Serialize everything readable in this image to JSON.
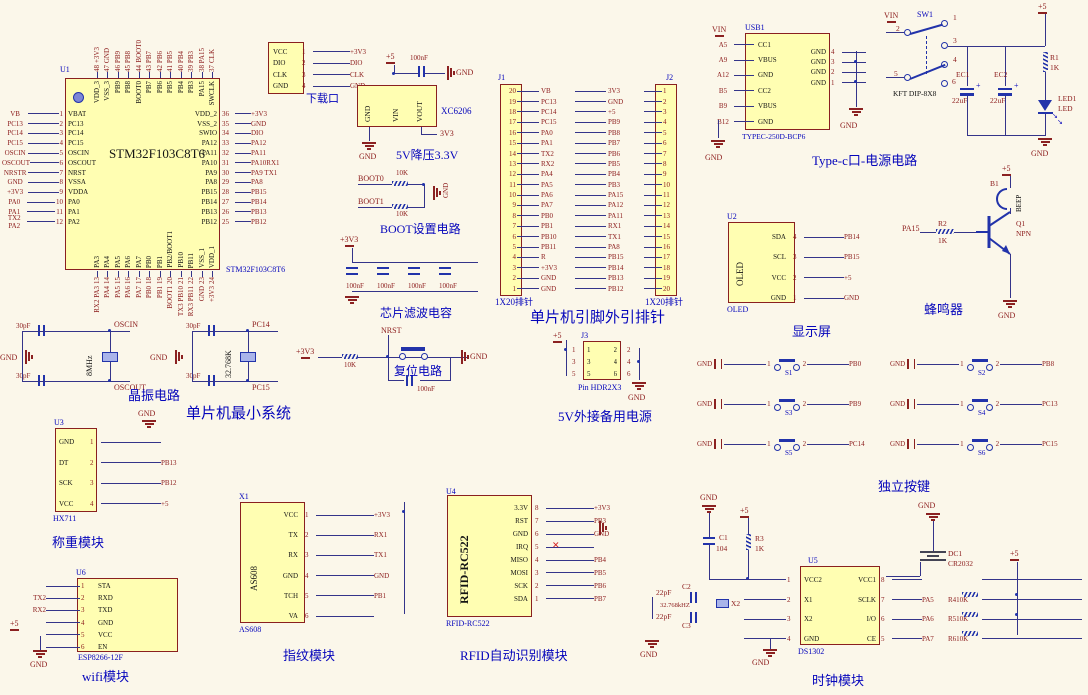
{
  "colors": {
    "bg": "#FBF7EA",
    "ic_fill": "#FFFEB2",
    "ic_border": "#8A2020",
    "wire_blue": "#2233AA",
    "net_red": "#8B1A1A",
    "label_blue": "#0505BB"
  },
  "mcu": {
    "refdes": "U1",
    "part": "STM32F103C8T6",
    "left_pins": [
      {
        "net": "VB",
        "num": "1",
        "name": "VBAT"
      },
      {
        "net": "PC13",
        "num": "2",
        "name": "PC13"
      },
      {
        "net": "PC14",
        "num": "3",
        "name": "PC14"
      },
      {
        "net": "PC15",
        "num": "4",
        "name": "PC15"
      },
      {
        "net": "OSCIN",
        "num": "5",
        "name": "OSCIN"
      },
      {
        "net": "OSCOUT",
        "num": "6",
        "name": "OSCOUT"
      },
      {
        "net": "NRSTR",
        "num": "7",
        "name": "NRST"
      },
      {
        "net": "GND",
        "num": "8",
        "name": "VSSA"
      },
      {
        "net": "+3V3",
        "num": "9",
        "name": "VDDA"
      },
      {
        "net": "PA0",
        "num": "10",
        "name": "PA0"
      },
      {
        "net": "PA1",
        "num": "11",
        "name": "PA1"
      },
      {
        "net": "TX2 PA2",
        "num": "12",
        "name": "PA2"
      }
    ],
    "right_pins": [
      {
        "num": "36",
        "net": "+3V3",
        "name": "VDD_2"
      },
      {
        "num": "35",
        "net": "GND",
        "name": "VSS_2"
      },
      {
        "num": "34",
        "net": "DIO",
        "name": "SWIO"
      },
      {
        "num": "33",
        "net": "PA12",
        "name": "PA12"
      },
      {
        "num": "32",
        "net": "PA11",
        "name": "PA11"
      },
      {
        "num": "31",
        "net": "PA10RX1",
        "name": "PA10"
      },
      {
        "num": "30",
        "net": "PA9 TX1",
        "name": "PA9"
      },
      {
        "num": "29",
        "net": "PA8",
        "name": "PA8"
      },
      {
        "num": "28",
        "net": "PB15",
        "name": "PB15"
      },
      {
        "num": "27",
        "net": "PB14",
        "name": "PB14"
      },
      {
        "num": "26",
        "net": "PB13",
        "name": "PB13"
      },
      {
        "num": "25",
        "net": "PB12",
        "name": "PB12"
      }
    ],
    "top_pins": [
      {
        "num": "48",
        "net": "+3V3",
        "name": "VDD_3"
      },
      {
        "num": "47",
        "net": "GND",
        "name": "VSS_3"
      },
      {
        "num": "46",
        "net": "PB9",
        "name": "PB9"
      },
      {
        "num": "45",
        "net": "PB8",
        "name": "PB8"
      },
      {
        "num": "44",
        "net": "BOOT0",
        "name": "BOOT0"
      },
      {
        "num": "43",
        "net": "PB7",
        "name": "PB7"
      },
      {
        "num": "42",
        "net": "PB6",
        "name": "PB6"
      },
      {
        "num": "41",
        "net": "PB5",
        "name": "PB5"
      },
      {
        "num": "40",
        "net": "PB4",
        "name": "PB4"
      },
      {
        "num": "39",
        "net": "PB3",
        "name": "PB3"
      },
      {
        "num": "38",
        "net": "PA15",
        "name": "PA15"
      },
      {
        "num": "37",
        "net": "CLK",
        "name": "SWCLK"
      }
    ],
    "bottom_pins": [
      {
        "num": "13",
        "net": "RX2 PA3",
        "name": "PA3"
      },
      {
        "num": "14",
        "net": "PA4",
        "name": "PA4"
      },
      {
        "num": "15",
        "net": "PA5",
        "name": "PA5"
      },
      {
        "num": "16",
        "net": "PA6",
        "name": "PA6"
      },
      {
        "num": "17",
        "net": "PA7",
        "name": "PA7"
      },
      {
        "num": "18",
        "net": "PB0",
        "name": "PB0"
      },
      {
        "num": "19",
        "net": "PB1",
        "name": "PB1"
      },
      {
        "num": "20",
        "net": "BOOT1",
        "name": "PB2/BOOT1"
      },
      {
        "num": "21",
        "net": "TX3 PB10",
        "name": "PB10"
      },
      {
        "num": "22",
        "net": "RX3 PB11",
        "name": "PB11"
      },
      {
        "num": "23",
        "net": "GND",
        "name": "VSS_1"
      },
      {
        "num": "24",
        "net": "+3V3",
        "name": "VDD_1"
      }
    ]
  },
  "swd": {
    "caption": "下载口",
    "pins": [
      {
        "name": "VCC",
        "num": "1",
        "net": "+3V3"
      },
      {
        "name": "DIO",
        "num": "2",
        "net": "DIO"
      },
      {
        "name": "CLK",
        "num": "3",
        "net": "CLK"
      },
      {
        "name": "GND",
        "num": "4",
        "net": "GND"
      }
    ]
  },
  "regulator": {
    "part": "XC6206",
    "caption": "5V降压3.3V",
    "v5": "+5",
    "cap": "100nF",
    "gnd_cap": "GND",
    "gnd": "GND",
    "out": "3V3",
    "pins": [
      "GND",
      "VIN",
      "VOUT"
    ]
  },
  "boot": {
    "caption": "BOOT设置电路",
    "gnd": "GND",
    "rows": [
      {
        "net": "BOOT0",
        "val": "10K"
      },
      {
        "net": "BOOT1",
        "val": "10K"
      }
    ]
  },
  "filter": {
    "caption": "芯片滤波电容",
    "rail": "+3V3",
    "caps": [
      "100nF",
      "100nF",
      "100nF",
      "100nF"
    ]
  },
  "headers": {
    "caption": "单片机引脚外引排针",
    "j1": {
      "refdes": "J1",
      "part": "1X20排针",
      "pins": [
        {
          "num": "20",
          "net": "VB"
        },
        {
          "num": "19",
          "net": "PC13"
        },
        {
          "num": "18",
          "net": "PC14"
        },
        {
          "num": "17",
          "net": "PC15"
        },
        {
          "num": "16",
          "net": "PA0"
        },
        {
          "num": "15",
          "net": "PA1"
        },
        {
          "num": "14",
          "net": "TX2"
        },
        {
          "num": "13",
          "net": "RX2"
        },
        {
          "num": "12",
          "net": "PA4"
        },
        {
          "num": "11",
          "net": "PA5"
        },
        {
          "num": "10",
          "net": "PA6"
        },
        {
          "num": "9",
          "net": "PA7"
        },
        {
          "num": "8",
          "net": "PB0"
        },
        {
          "num": "7",
          "net": "PB1"
        },
        {
          "num": "6",
          "net": "PB10"
        },
        {
          "num": "5",
          "net": "PB11"
        },
        {
          "num": "4",
          "net": "R"
        },
        {
          "num": "3",
          "net": "+3V3"
        },
        {
          "num": "2",
          "net": "GND"
        },
        {
          "num": "1",
          "net": "GND"
        }
      ]
    },
    "j2": {
      "refdes": "J2",
      "part": "1X20排针",
      "pins": [
        {
          "num": "1",
          "net": "3V3"
        },
        {
          "num": "2",
          "net": "GND"
        },
        {
          "num": "3",
          "net": "+5"
        },
        {
          "num": "4",
          "net": "PB9"
        },
        {
          "num": "5",
          "net": "PB8"
        },
        {
          "num": "6",
          "net": "PB7"
        },
        {
          "num": "7",
          "net": "PB6"
        },
        {
          "num": "8",
          "net": "PB5"
        },
        {
          "num": "9",
          "net": "PB4"
        },
        {
          "num": "10",
          "net": "PB3"
        },
        {
          "num": "11",
          "net": "PA15"
        },
        {
          "num": "12",
          "net": "PA12"
        },
        {
          "num": "13",
          "net": "PA11"
        },
        {
          "num": "14",
          "net": "RX1"
        },
        {
          "num": "15",
          "net": "TX1"
        },
        {
          "num": "16",
          "net": "PA8"
        },
        {
          "num": "17",
          "net": "PB15"
        },
        {
          "num": "18",
          "net": "PB14"
        },
        {
          "num": "19",
          "net": "PB13"
        },
        {
          "num": "20",
          "net": "PB12"
        }
      ]
    }
  },
  "usb": {
    "refdes": "USB1",
    "part": "TYPEC-250D-BCP6",
    "caption": "Type-c口-电源电路",
    "vin": "VIN",
    "gnd1": "GND",
    "gnd2": "GND",
    "left_pins": [
      {
        "net": "A5",
        "name": "CC1"
      },
      {
        "net": "A9",
        "name": "VBUS"
      },
      {
        "net": "A12",
        "name": "GND"
      },
      {
        "net": "B5",
        "name": "CC2"
      },
      {
        "net": "B9",
        "name": "VBUS"
      },
      {
        "net": "B12",
        "name": "GND"
      }
    ],
    "right_pins": [
      {
        "name": "GND",
        "num": "4"
      },
      {
        "name": "GND",
        "num": "3"
      },
      {
        "name": "GND",
        "num": "2"
      },
      {
        "name": "GND",
        "num": "1"
      }
    ]
  },
  "power": {
    "vin": "VIN",
    "sw": "SW1",
    "part": "KFT DIP-8X8",
    "nums": [
      "1",
      "2",
      "3",
      "4",
      "5",
      "6"
    ],
    "v5": "+5",
    "ec1": "EC1",
    "ec1v": "22uF",
    "ec2": "EC2",
    "ec2v": "22uF",
    "r1": "R1",
    "r1v": "1K",
    "led": "LED1",
    "ledp": "LED",
    "gnd": "GND",
    "plus": "+"
  },
  "oled": {
    "refdes": "U2",
    "part": "OLED",
    "caption": "显示屏",
    "pins": [
      {
        "name": "SDA",
        "num": "4",
        "net": "PB14"
      },
      {
        "name": "SCL",
        "num": "3",
        "net": "PB15"
      },
      {
        "name": "VCC",
        "num": "2",
        "net": "+5"
      },
      {
        "name": "GND",
        "num": "1",
        "net": "GND"
      }
    ]
  },
  "buzzer": {
    "caption": "蜂鸣器",
    "v5": "+5",
    "b1": "B1",
    "beep": "BEEP",
    "q1": "Q1",
    "npn": "NPN",
    "net": "PA15",
    "r2": "R2",
    "r2v": "1K",
    "gnd": "GND"
  },
  "xtal": {
    "cap1": "晶振电路",
    "cap2": "单片机最小系统",
    "left": {
      "c_top": "30pF",
      "c_bot": "30pF",
      "gnd": "GND",
      "freq": "8MHz",
      "net_top": "OSCIN",
      "net_bot": "OSCOUT"
    },
    "right": {
      "c_top": "30pF",
      "c_bot": "30pF",
      "gnd": "GND",
      "freq": "32.768K",
      "net_top": "PC14",
      "net_bot": "PC15"
    }
  },
  "reset": {
    "caption": "复位电路",
    "rail": "+3V3",
    "r": "10K",
    "net": "NRST",
    "gnd": "GND",
    "cap": "100nF"
  },
  "backup": {
    "refdes": "J3",
    "part": "Pin HDR2X3",
    "caption": "5V外接备用电源",
    "v5": "+5",
    "gnd": "GND",
    "rows": [
      [
        "1",
        "2"
      ],
      [
        "3",
        "4"
      ],
      [
        "5",
        "6"
      ]
    ]
  },
  "keys": {
    "caption": "独立按键",
    "one": "1",
    "two": "2",
    "items": [
      {
        "gnd": "GND",
        "n1": "1",
        "n2": "2",
        "s": "S1",
        "net": "PB0"
      },
      {
        "gnd": "GND",
        "n1": "1",
        "n2": "2",
        "s": "S2",
        "net": "PB8"
      },
      {
        "gnd": "GND",
        "n1": "1",
        "n2": "2",
        "s": "S3",
        "net": "PB9"
      },
      {
        "gnd": "GND",
        "n1": "1",
        "n2": "2",
        "s": "S4",
        "net": "PC13"
      },
      {
        "gnd": "GND",
        "n1": "1",
        "n2": "2",
        "s": "S5",
        "net": "PC14"
      },
      {
        "gnd": "GND",
        "n1": "1",
        "n2": "2",
        "s": "S6",
        "net": "PC15"
      }
    ]
  },
  "hx711": {
    "refdes": "U3",
    "part": "HX711",
    "caption": "称重模块",
    "gnd_top": "GND",
    "pins": [
      {
        "name": "GND",
        "num": "1",
        "net": ""
      },
      {
        "name": "DT",
        "num": "2",
        "net": "PB13"
      },
      {
        "name": "SCK",
        "num": "3",
        "net": "PB12"
      },
      {
        "name": "VCC",
        "num": "4",
        "net": "+5"
      }
    ]
  },
  "wifi": {
    "refdes": "U6",
    "part": "ESP8266-12F",
    "caption": "wifi模块",
    "v5": "+5",
    "gnd": "GND",
    "pins": [
      {
        "net": "",
        "num": "1",
        "name": "STA"
      },
      {
        "net": "TX2",
        "num": "2",
        "name": "RXD"
      },
      {
        "net": "RX2",
        "num": "3",
        "name": "TXD"
      },
      {
        "net": "",
        "num": "4",
        "name": "GND"
      },
      {
        "net": "",
        "num": "5",
        "name": "VCC"
      },
      {
        "net": "",
        "num": "6",
        "name": "EN"
      }
    ]
  },
  "fingerprint": {
    "refdes": "X1",
    "part": "AS608",
    "caption": "指纹模块",
    "rail": "+3V3",
    "pins": [
      {
        "name": "VCC",
        "num": "1",
        "net": "+3V3"
      },
      {
        "name": "TX",
        "num": "2",
        "net": "RX1"
      },
      {
        "name": "RX",
        "num": "3",
        "net": "TX1"
      },
      {
        "name": "GND",
        "num": "4",
        "net": "GND"
      },
      {
        "name": "TCH",
        "num": "5",
        "net": "PB1"
      },
      {
        "name": "VA",
        "num": "6",
        "net": ""
      }
    ]
  },
  "rfid": {
    "refdes": "U4",
    "part": "RFID-RC522",
    "caption": "RFID自动识别模块",
    "nc": "✕",
    "pins": [
      {
        "name": "3.3V",
        "num": "8",
        "net": "+3V3"
      },
      {
        "name": "RST",
        "num": "7",
        "net": "PB3"
      },
      {
        "name": "GND",
        "num": "6",
        "net": "GND"
      },
      {
        "name": "IRQ",
        "num": "5",
        "net": ""
      },
      {
        "name": "MISO",
        "num": "4",
        "net": "PB4"
      },
      {
        "name": "MOSI",
        "num": "3",
        "net": "PB5"
      },
      {
        "name": "SCK",
        "num": "2",
        "net": "PB6"
      },
      {
        "name": "SDA",
        "num": "1",
        "net": "PB7"
      }
    ]
  },
  "clock": {
    "refdes": "U5",
    "part": "DS1302",
    "caption": "时钟模块",
    "gnd_top": "GND",
    "c1": "C1",
    "c1v": "104",
    "v5a": "+5",
    "r3": "R3",
    "r3v": "1K",
    "c2": "C2",
    "c2v": "22pF",
    "c3": "C3",
    "c3v": "22pF",
    "x2": "X2",
    "x2v": "32.768kHZ",
    "gnd_bl": "GND",
    "gnd_mid": "GND",
    "gnd_bat": "GND",
    "bat": "DC1",
    "batp": "CR2032",
    "v5b": "+5",
    "left_pins": [
      {
        "num": "1",
        "name": "VCC2"
      },
      {
        "num": "2",
        "name": "X1"
      },
      {
        "num": "3",
        "name": "X2"
      },
      {
        "num": "4",
        "name": "GND"
      }
    ],
    "right_pins": [
      {
        "name": "VCC1",
        "num": "8",
        "net": "",
        "r": ""
      },
      {
        "name": "SCLK",
        "num": "7",
        "net": "PA5",
        "r": "R410K"
      },
      {
        "name": "I/O",
        "num": "6",
        "net": "PA6",
        "r": "R510K"
      },
      {
        "name": "CE",
        "num": "5",
        "net": "PA7",
        "r": "R610K"
      }
    ]
  }
}
